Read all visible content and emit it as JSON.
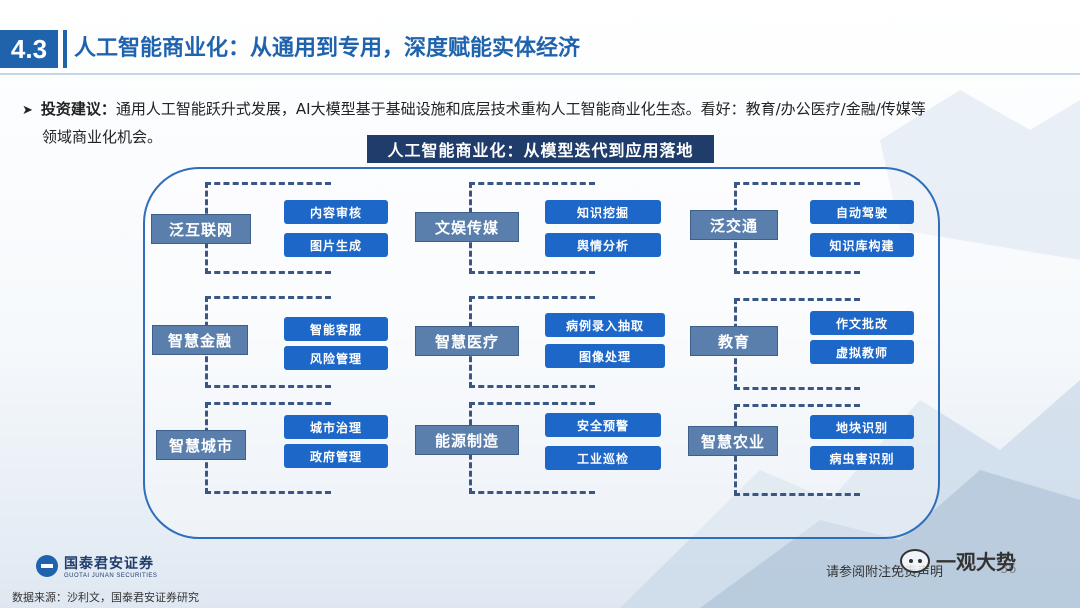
{
  "header": {
    "section_number": "4.3",
    "title": "人工智能商业化：从通用到专用，深度赋能实体经济"
  },
  "bullet": {
    "label": "投资建议：",
    "text_line1": "通用人工智能跃升式发展，AI大模型基于基础设施和底层技术重构人工智能商业化生态。看好：教育/办公医疗/金融/传媒等",
    "text_line2": "领域商业化机会。"
  },
  "diagram": {
    "banner": "人工智能商业化：从模型迭代到应用落地",
    "groups": [
      {
        "category": "泛互联网",
        "tags": [
          "内容审核",
          "图片生成"
        ]
      },
      {
        "category": "文娱传媒",
        "tags": [
          "知识挖掘",
          "舆情分析"
        ]
      },
      {
        "category": "泛交通",
        "tags": [
          "自动驾驶",
          "知识库构建"
        ]
      },
      {
        "category": "智慧金融",
        "tags": [
          "智能客服",
          "风险管理"
        ]
      },
      {
        "category": "智慧医疗",
        "tags": [
          "病例录入抽取",
          "图像处理"
        ]
      },
      {
        "category": "教育",
        "tags": [
          "作文批改",
          "虚拟教师"
        ]
      },
      {
        "category": "智慧城市",
        "tags": [
          "城市治理",
          "政府管理"
        ]
      },
      {
        "category": "能源制造",
        "tags": [
          "安全预警",
          "工业巡检"
        ]
      },
      {
        "category": "智慧农业",
        "tags": [
          "地块识别",
          "病虫害识别"
        ]
      }
    ]
  },
  "footer": {
    "logo_cn": "国泰君安证券",
    "logo_en": "GUOTAI JUNAN SECURITIES",
    "source": "数据来源：沙利文，国泰君安证券研究",
    "disclaimer": "请参阅附注免责声明",
    "page": "36",
    "watermark": "一观大势"
  },
  "colors": {
    "brand_blue": "#1f63ad",
    "tag_blue": "#1c67c8",
    "category_blue": "#5b7fad",
    "banner_navy": "#1f3c6b"
  }
}
